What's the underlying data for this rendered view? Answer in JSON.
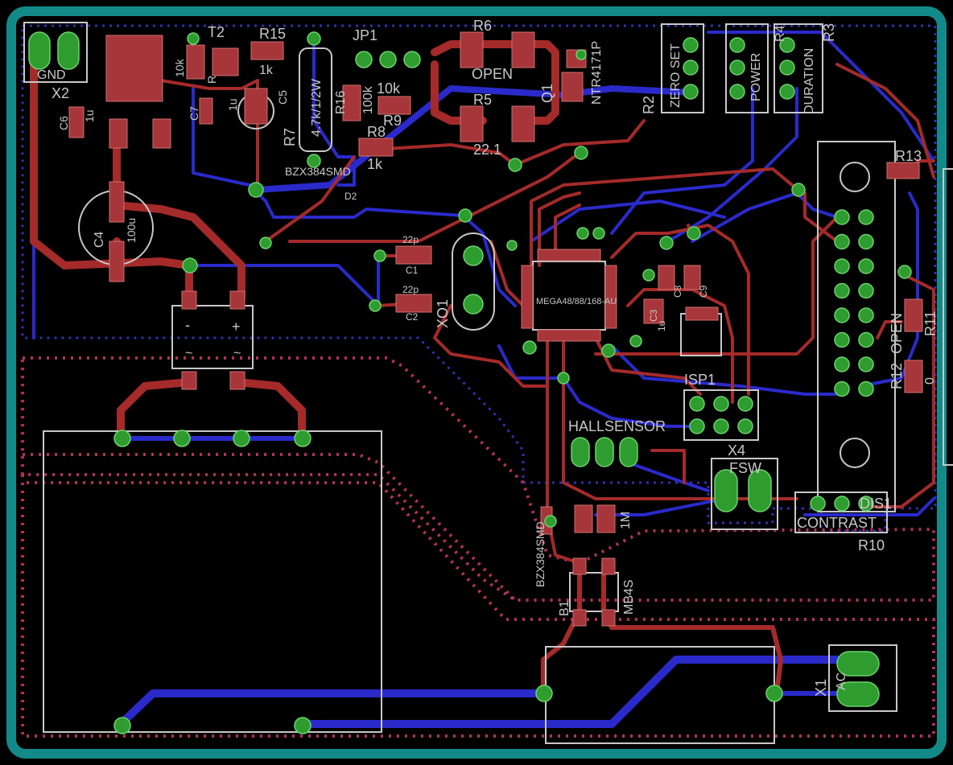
{
  "colors": {
    "board_outline": "#138a8a",
    "top_copper": "#a52a2a",
    "bottom_copper": "#2a2acb",
    "silkscreen": "#c8c8c8",
    "pad": "#a6363a",
    "via": "#2f9c2f"
  },
  "labels": {
    "gnd": "GND",
    "x2": "X2",
    "t2": "T2",
    "r15": "R15",
    "r15_val": "1k",
    "jp1": "JP1",
    "r6": "R6",
    "r6_val": "OPEN",
    "ntr": "NTR4171P",
    "q1": "Q1",
    "zero_set": "ZERO SET",
    "power": "POWER",
    "duration": "DURATION",
    "r4": "R4",
    "r3": "R3",
    "r2": "R2",
    "r1_10k": "10k",
    "r_label": "R",
    "c7": "C7",
    "c5": "C5",
    "val_1u": "1u",
    "val_1u_b": "1u",
    "r7": "R7",
    "r7_val": "4.7k/1/2W",
    "r16": "R16",
    "r16_val": "100k",
    "r9": "R9",
    "r9_val": "10k",
    "r5": "R5",
    "r5_val": "22.1",
    "r8": "R8",
    "r8_val": "1k",
    "bzx1": "BZX384SMD",
    "d2": "D2",
    "c6": "C6",
    "c6_val": "1u",
    "c4": "C4",
    "c4_val": "100u",
    "c1": "C1",
    "c1_val": "22p",
    "c2": "C2",
    "c2_val": "22p",
    "xo1": "XO1",
    "ic": "MEGA48/88/168-AU",
    "c3": "C3",
    "c8": "C8",
    "c9": "C9",
    "isp1": "ISP1",
    "x4": "X4",
    "hallsensor": "HALLSENSOR",
    "fsw": "FSW",
    "r13": "R13",
    "r11": "R11",
    "r12": "R12",
    "r12_val": "OPEN",
    "val_0": "0",
    "dis1": "DIS1",
    "contrast": "CONTRAST",
    "r10": "R10",
    "bzx2": "BZX384SMD",
    "val_1m": "1M",
    "b1": "B1",
    "mb4s": "MB4S",
    "ac": "AC",
    "x1": "X1",
    "minus": "-",
    "plus": "+",
    "tilde1": "~",
    "tilde2": "~"
  }
}
